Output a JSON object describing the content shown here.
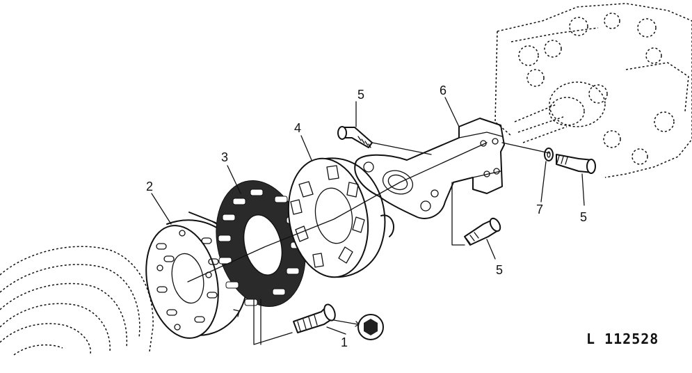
{
  "diagram": {
    "reference_code": "L 112528",
    "callouts": {
      "screw_flat_head": "1",
      "coupling_hub_front": "2",
      "rubber_element": "3",
      "coupling_hub_rear": "4",
      "cap_screw_top": "5",
      "bracket": "6",
      "washer": "7",
      "cap_screw_right": "5",
      "cap_screw_lower": "5"
    }
  }
}
